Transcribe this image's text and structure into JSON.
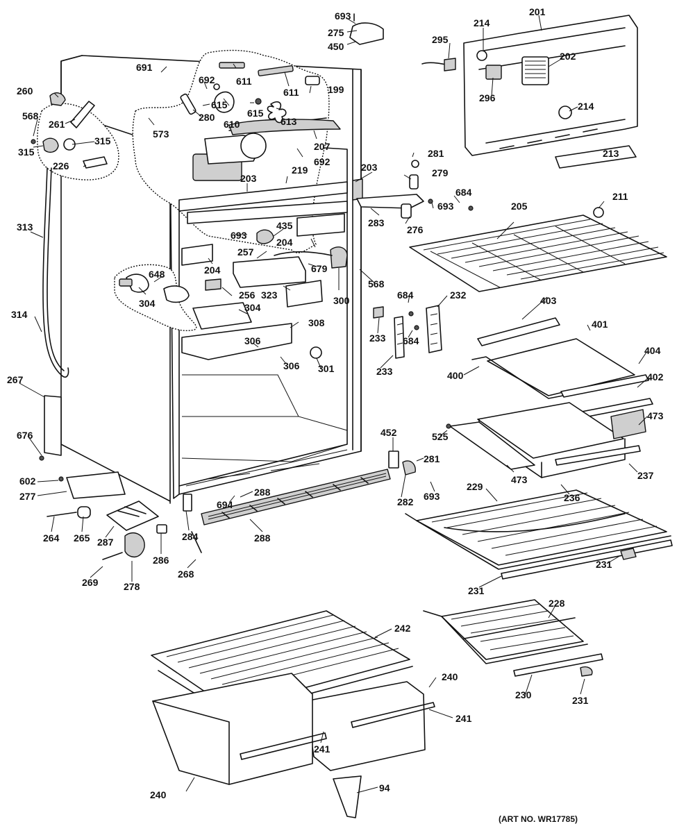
{
  "diagram": {
    "art_number": "(ART NO. WR17785)",
    "callouts": {
      "c693a": "693",
      "c275": "275",
      "c450": "450",
      "c201": "201",
      "c214a": "214",
      "c295": "295",
      "c202": "202",
      "c296": "296",
      "c214b": "214",
      "c691": "691",
      "c692a": "692",
      "c611a": "611",
      "c611b": "611",
      "c199": "199",
      "c260": "260",
      "c615a": "615",
      "c615b": "615",
      "c610": "610",
      "c613": "613",
      "c280": "280",
      "c261": "261",
      "c568a": "568",
      "c573": "573",
      "c315a": "315",
      "c315b": "315",
      "c207": "207",
      "c226": "226",
      "c692b": "692",
      "c281a": "281",
      "c213": "213",
      "c219": "219",
      "c203a": "203",
      "c203b": "203",
      "c279": "279",
      "c684a": "684",
      "c693b": "693",
      "c211": "211",
      "c313": "313",
      "c283": "283",
      "c276": "276",
      "c205": "205",
      "c693c": "693",
      "c435": "435",
      "c204a": "204",
      "c257": "257",
      "c204b": "204",
      "c679": "679",
      "c648": "648",
      "c568b": "568",
      "c256": "256",
      "c323": "323",
      "c300": "300",
      "c304a": "304",
      "c304b": "304",
      "c684b": "684",
      "c232": "232",
      "c314": "314",
      "c308": "308",
      "c233a": "233",
      "c684c": "684",
      "c403": "403",
      "c306a": "306",
      "c401": "401",
      "c306b": "306",
      "c301": "301",
      "c233b": "233",
      "c404": "404",
      "c400": "400",
      "c402": "402",
      "c267": "267",
      "c473a": "473",
      "c525": "525",
      "c676": "676",
      "c452": "452",
      "c281b": "281",
      "c602": "602",
      "c277": "277",
      "c473b": "473",
      "c237": "237",
      "c694": "694",
      "c288a": "288",
      "c693d": "693",
      "c282": "282",
      "c236": "236",
      "c229": "229",
      "c264": "264",
      "c265": "265",
      "c287": "287",
      "c284": "284",
      "c288b": "288",
      "c286": "286",
      "c269": "269",
      "c268": "268",
      "c278": "278",
      "c231a": "231",
      "c231b": "231",
      "c228": "228",
      "c242": "242",
      "c240a": "240",
      "c241a": "241",
      "c241b": "241",
      "c230": "230",
      "c231c": "231",
      "c240b": "240",
      "c94": "94"
    }
  }
}
